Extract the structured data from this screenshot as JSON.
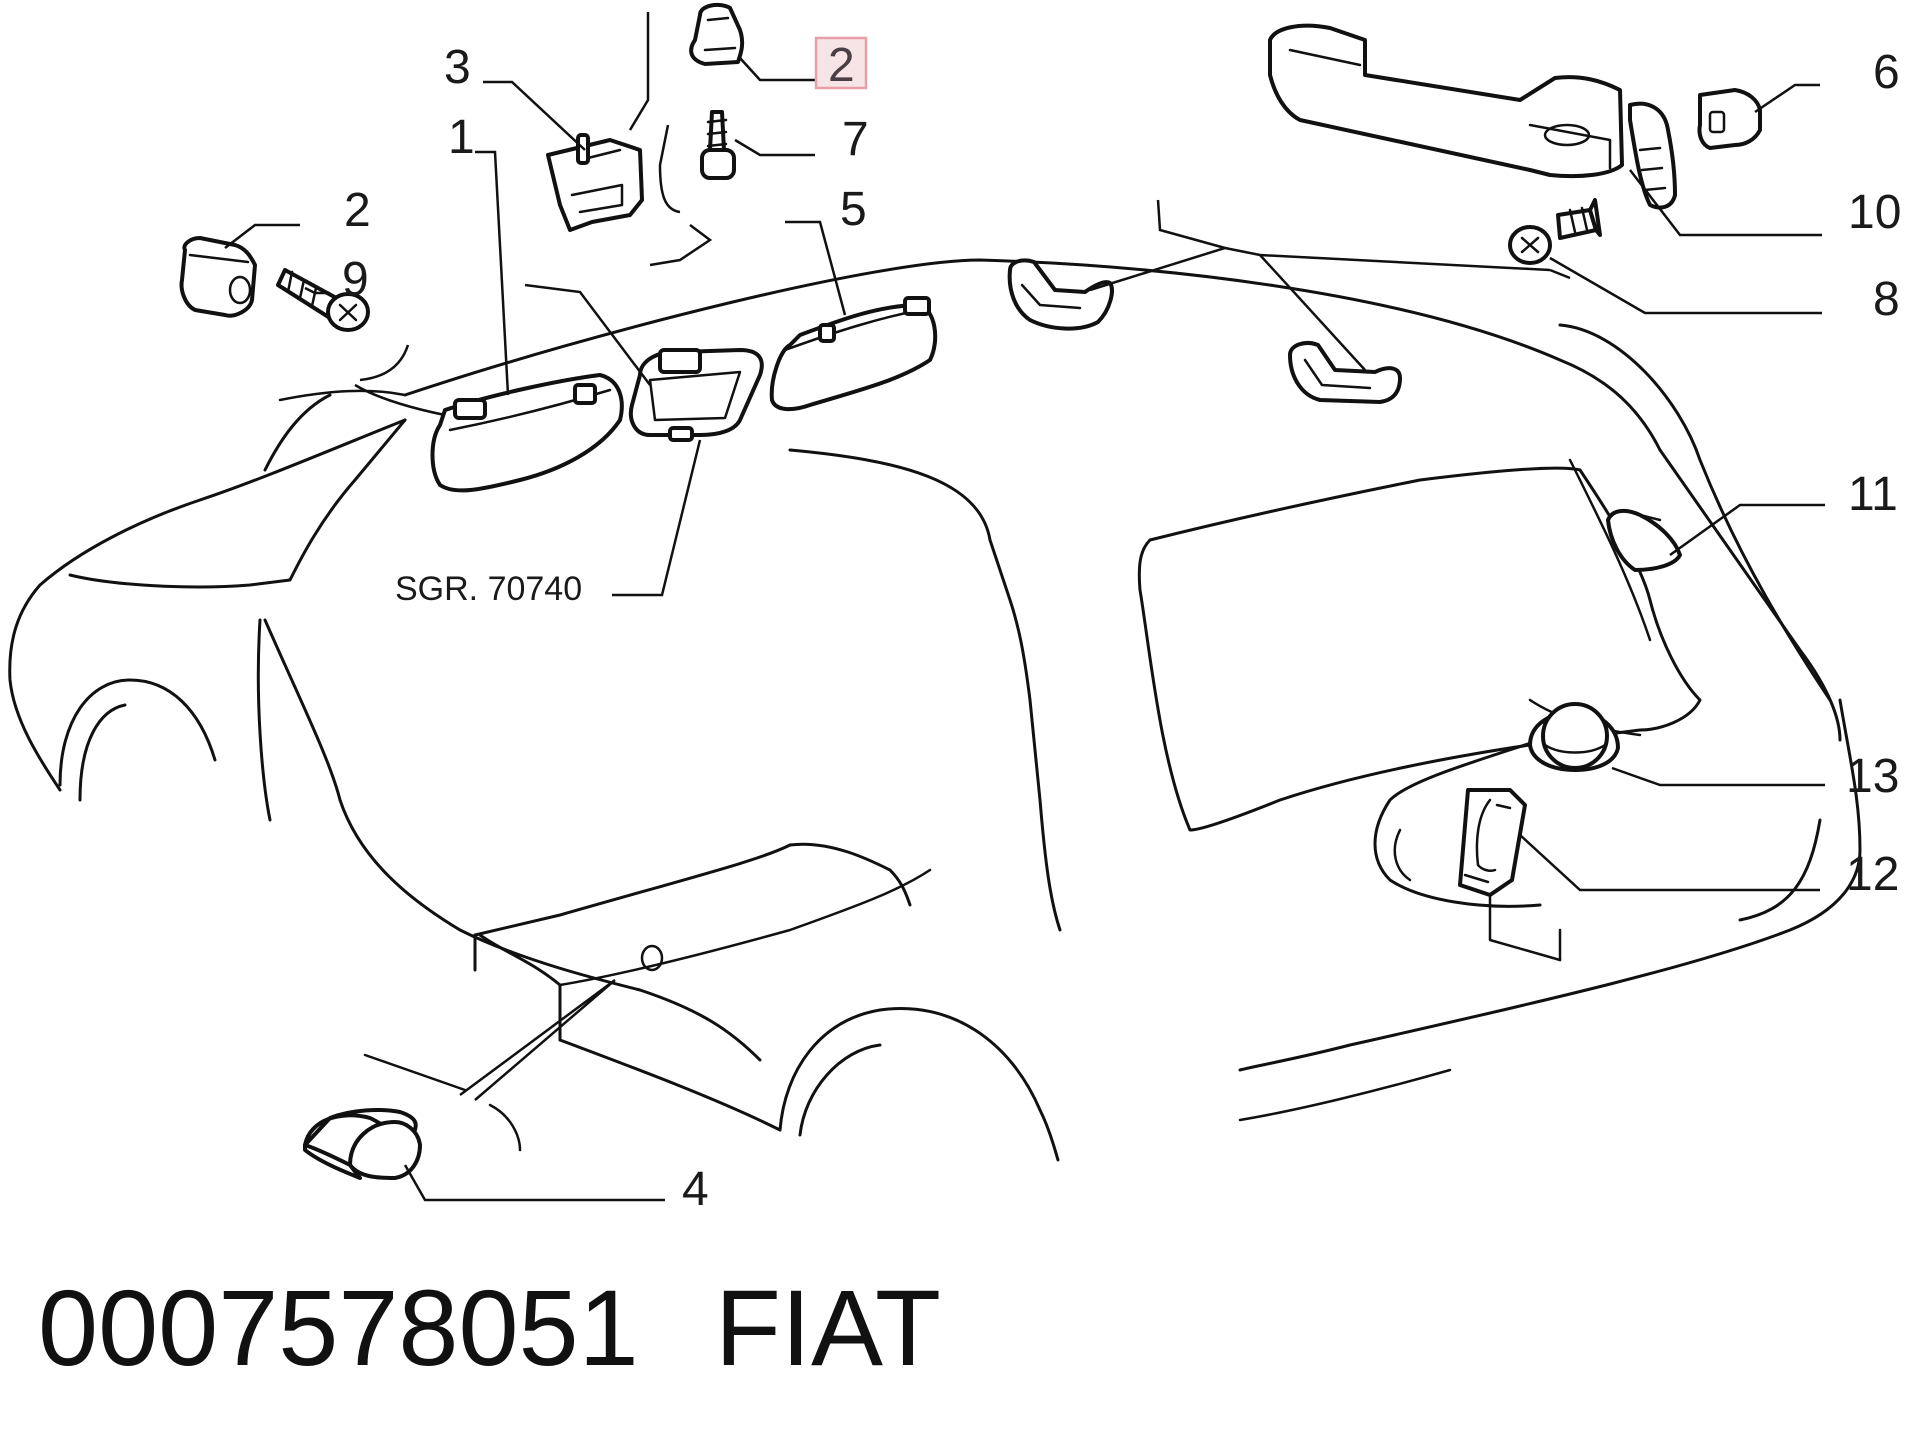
{
  "diagram": {
    "callouts": [
      "1",
      "2",
      "2",
      "3",
      "4",
      "5",
      "6",
      "7",
      "8",
      "9",
      "10",
      "11",
      "12",
      "13"
    ],
    "reference_label": "SGR. 70740",
    "highlight_color": "#e8a0a8",
    "highlight_fill": "#f6e4e6"
  },
  "footer": {
    "part_number": "0007578051",
    "brand": "FIAT"
  }
}
